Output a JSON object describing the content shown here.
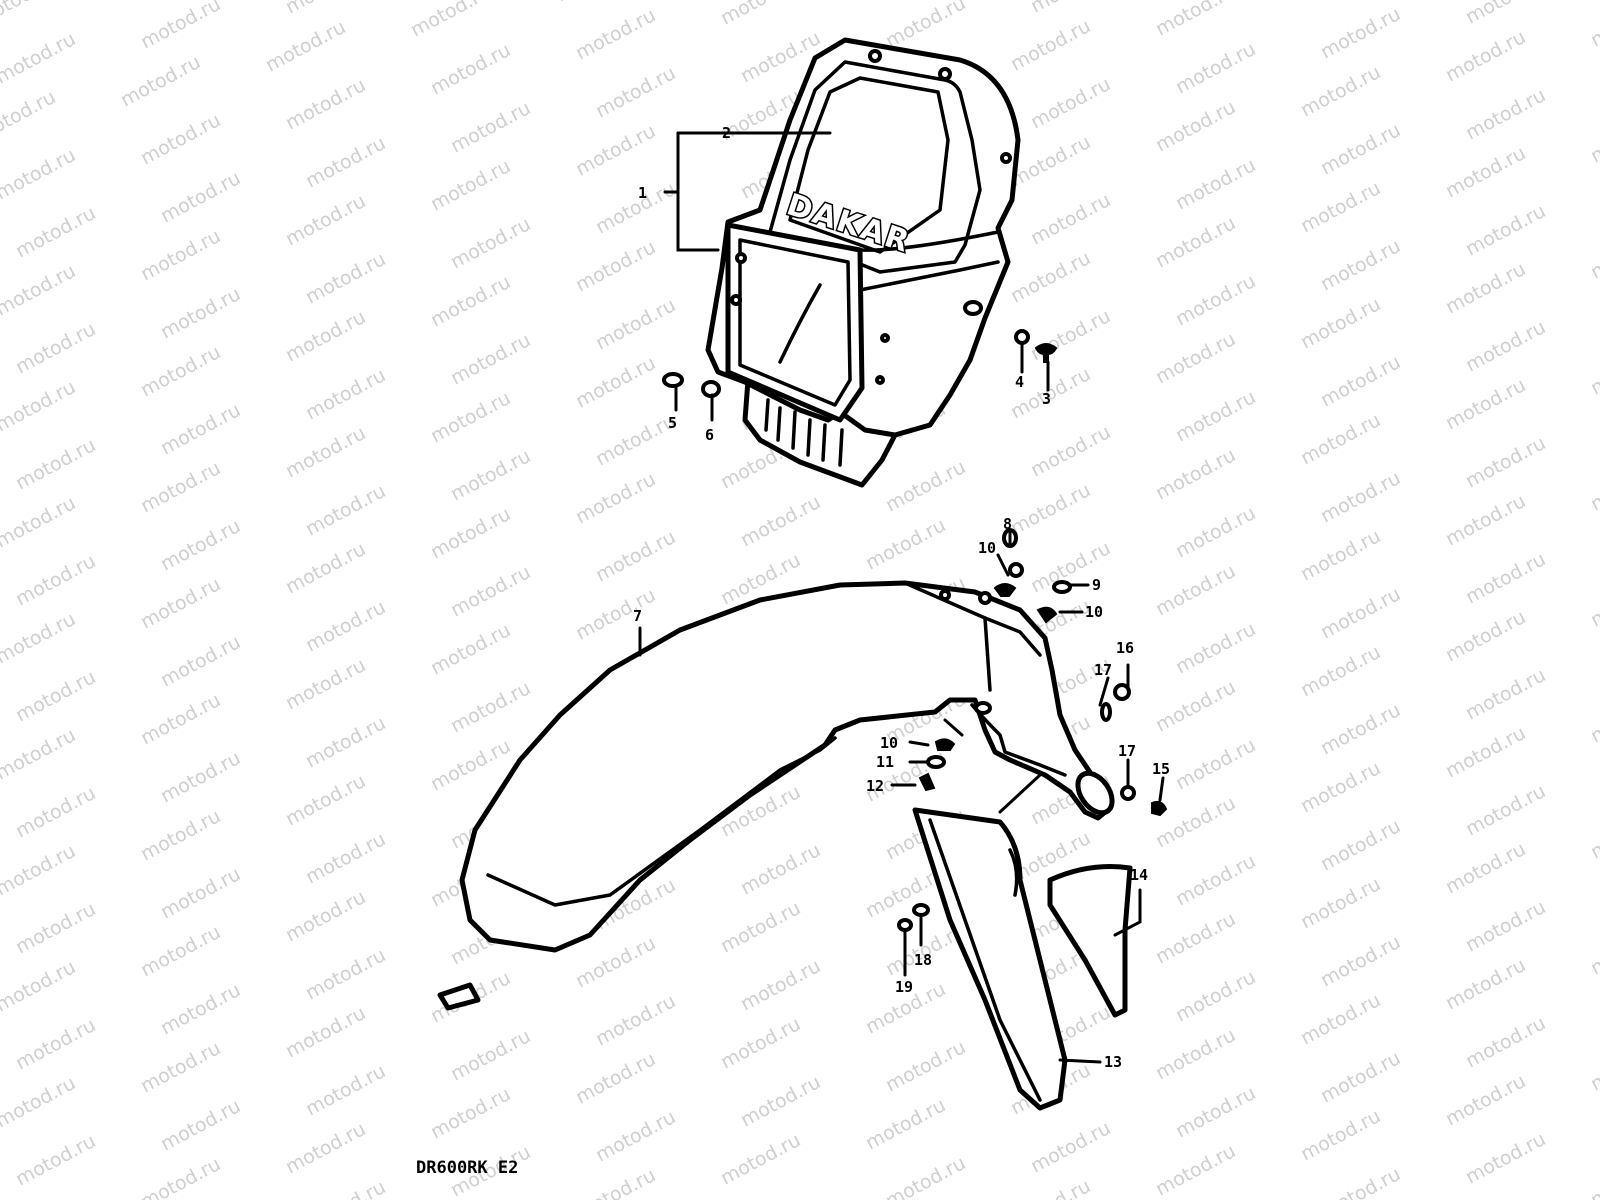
{
  "watermark": {
    "text": "motod.ru",
    "color": "#cfcfcf"
  },
  "model_code": "DR600RK E2",
  "logo_text": "DAKAR",
  "callouts": {
    "c1": "1",
    "c2": "2",
    "c3": "3",
    "c4": "4",
    "c5": "5",
    "c6": "6",
    "c7": "7",
    "c8": "8",
    "c9": "9",
    "c10a": "10",
    "c10b": "10",
    "c10c": "10",
    "c11": "11",
    "c12": "12",
    "c13": "13",
    "c14": "14",
    "c15": "15",
    "c16": "16",
    "c17a": "17",
    "c17b": "17",
    "c18": "18",
    "c19": "19"
  },
  "colors": {
    "line": "#000000",
    "background": "#ffffff"
  }
}
